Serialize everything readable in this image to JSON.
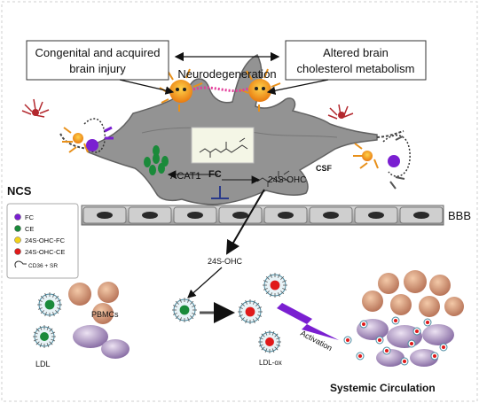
{
  "boxes": {
    "left": [
      "Congenital and acquired",
      "brain injury"
    ],
    "right": [
      "Altered brain",
      "cholesterol metabolism"
    ]
  },
  "center_label": "Neurodegeneration",
  "neuron": {
    "acat1": "ACAT1",
    "fc": "FC",
    "ohc": "24S-OHC",
    "csf": "CSF"
  },
  "ncs": "NCS",
  "bbb": "BBB",
  "legend": {
    "items": [
      {
        "label": "FC",
        "color": "#7a1fd1"
      },
      {
        "label": "CE",
        "color": "#1a8a3a"
      },
      {
        "label": "24S-OHC-FC",
        "color": "#f2d21a"
      },
      {
        "label": "24S-OHC-CE",
        "color": "#e01a1a"
      }
    ],
    "receptor": "CD36 + SR"
  },
  "bottom": {
    "ohc": "24S-OHC",
    "pbmcs": "PBMCs",
    "ldl": "LDL",
    "ldl_ox": "LDL-ox",
    "activation": "Activation",
    "systemic": "Systemic Circulation"
  }
}
